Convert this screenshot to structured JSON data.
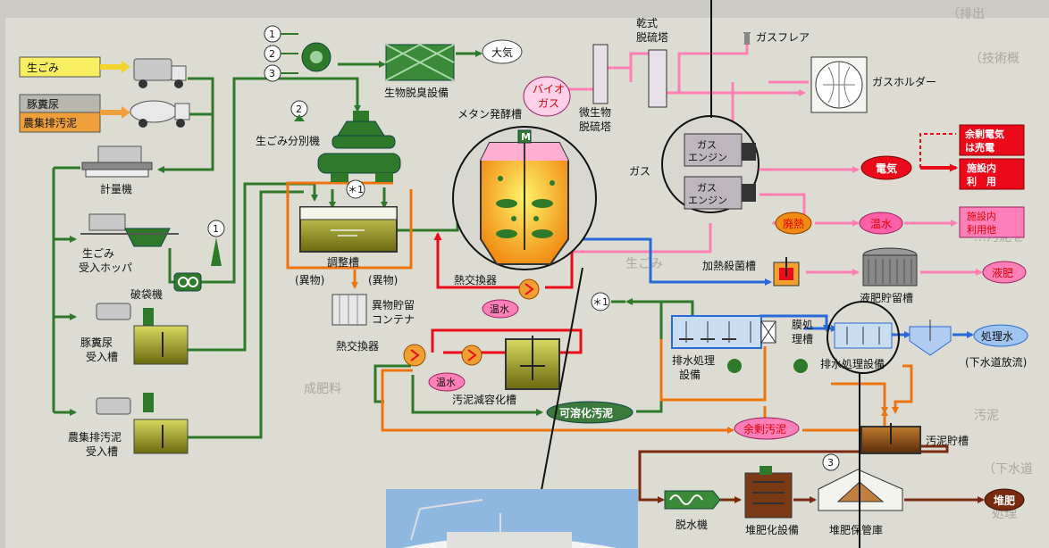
{
  "inputs": {
    "food_waste": "生ごみ",
    "manure_line1": "豚糞尿",
    "manure_line2": "農集排汚泥"
  },
  "stations": {
    "scale": "計量機",
    "hopper_line1": "生ごみ",
    "hopper_line2": "受入ホッパ",
    "bag_breaker": "破袋機",
    "pig_tank_line1": "豚糞尿",
    "pig_tank_line2": "受入槽",
    "sludge_tank_line1": "農集排汚泥",
    "sludge_tank_line2": "受入槽",
    "separator": "生ごみ分別機",
    "adjust_tank": "調整槽",
    "foreign_left": "(異物)",
    "foreign_right": "(異物)",
    "foreign_container_line1": "異物貯留",
    "foreign_container_line2": "コンテナ"
  },
  "biofilter": {
    "label": "生物脱臭設備",
    "atmosphere": "大気",
    "markers": [
      "1",
      "2",
      "3"
    ],
    "marker_2": "2",
    "marker_1": "1",
    "marker_3": "3",
    "marker_star": "＊1"
  },
  "digester": {
    "label": "メタン発酵槽",
    "motor": "M",
    "heat_exchanger": "熱交換器",
    "hot_water": "温水"
  },
  "gas": {
    "bio_gas_line1": "バイオ",
    "bio_gas_line2": "ガス",
    "micro_desulf_line1": "微生物",
    "micro_desulf_line2": "脱硫塔",
    "dry_desulf_line1": "乾式",
    "dry_desulf_line2": "脱硫塔",
    "flare": "ガスフレア",
    "holder": "ガスホルダー",
    "gas_label": "ガス",
    "engine_line1": "ガス",
    "engine_line2": "エンジン"
  },
  "energy": {
    "electricity": "電気",
    "waste_heat": "廃熱",
    "hot_water": "温水",
    "surplus_line1": "余剰電気",
    "surplus_line2": "は売電",
    "facility_use_line1": "施設内",
    "facility_use_line2": "利　用",
    "facility_other_line1": "施設内",
    "facility_other_line2": "利用他"
  },
  "liquid": {
    "heat_sterilizer": "加熱殺菌槽",
    "fertilizer_tank": "液肥貯留槽",
    "liquid_fertilizer": "液肥",
    "water_treatment_line1": "排水処理",
    "water_treatment_line2": "設備",
    "membrane_line1": "膜処",
    "membrane_line2": "理槽",
    "water_treatment2": "排水処理設備",
    "treated_water": "処理水",
    "sewer": "(下水道放流)"
  },
  "sludge": {
    "heat_exchanger": "熱交換器",
    "hot_water": "温水",
    "reduction_tank": "汚泥減容化槽",
    "solubilized": "可溶化汚泥",
    "excess": "余剰汚泥",
    "storage_tank": "汚泥貯槽",
    "dewatering": "脱水機",
    "composting": "堆肥化設備",
    "compost_storage": "堆肥保管庫",
    "compost": "堆肥"
  },
  "bg_text": [
    "（排出",
    "（技術概",
    "…汚泥を",
    "生ごみ",
    "成肥料",
    "汚泥",
    "（下水道",
    "処理"
  ],
  "colors": {
    "green": "#2f7a2a",
    "pink": "#ff7fb4",
    "red": "#ea0a1a",
    "blue": "#2a6ad8",
    "orange": "#ee7410",
    "brown": "#7a2a10",
    "yellow": "#f2e21a"
  }
}
